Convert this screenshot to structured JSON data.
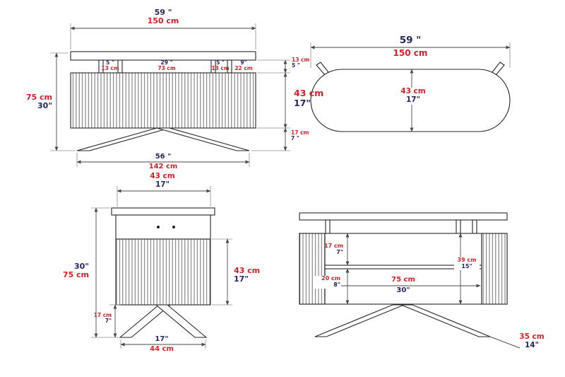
{
  "colors": {
    "cm_text": "#d2232a",
    "inch_text": "#23265f",
    "line": "#2a2a2a"
  },
  "front_view": {
    "top_width": {
      "in": "59 \"",
      "cm": "150 cm"
    },
    "seg1": {
      "in": "5 \"",
      "cm": "13 cm"
    },
    "seg2": {
      "in": "29 \"",
      "cm": "73 cm"
    },
    "seg3": {
      "in": "5 \"",
      "cm": "13 cm"
    },
    "seg4": {
      "in": "9\"",
      "cm": "22 cm"
    },
    "shelf_gap": {
      "cm": "13 cm",
      "in": "5 \""
    },
    "body_height": {
      "cm": "43 cm",
      "in": "17\""
    },
    "total_height": {
      "cm": "75 cm",
      "in": "30\""
    },
    "leg_height": {
      "cm": "17 cm",
      "in": "7 \""
    },
    "bottom_width": {
      "in": "56 \"",
      "cm": "142 cm"
    }
  },
  "top_view": {
    "width": {
      "in": "59 \"",
      "cm": "150 cm"
    },
    "depth": {
      "cm": "43 cm",
      "in": "17\""
    }
  },
  "side_view": {
    "top_depth": {
      "cm": "43 cm",
      "in": "17\""
    },
    "total_height": {
      "in": "30\"",
      "cm": "75 cm"
    },
    "body_height": {
      "cm": "43 cm",
      "in": "17\""
    },
    "leg_height": {
      "cm": "17 cm",
      "in": "7\""
    },
    "bottom_depth": {
      "in": "17\"",
      "cm": "44 cm"
    }
  },
  "detail_view": {
    "upper_gap": {
      "cm": "17 cm",
      "in": "7\""
    },
    "inner_height": {
      "cm": "39 cm",
      "in": "15\""
    },
    "lower_gap": {
      "cm": "20 cm",
      "in": "8\""
    },
    "inner_width": {
      "cm": "75 cm",
      "in": "30\""
    },
    "leg_length": {
      "cm": "35 cm",
      "in": "14\""
    }
  }
}
